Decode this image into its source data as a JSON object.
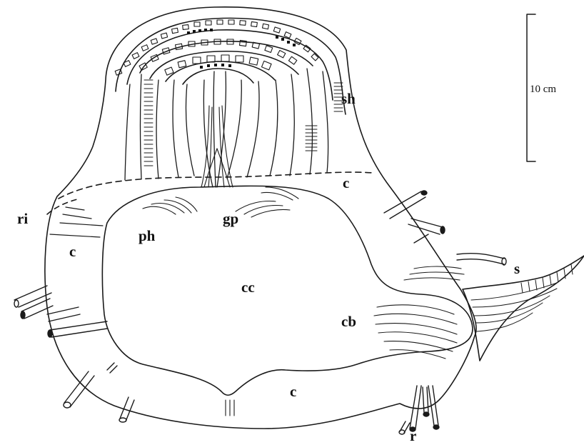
{
  "labels": {
    "sh": "sh",
    "c_top": "c",
    "ri": "ri",
    "c_left": "c",
    "ph": "ph",
    "gp": "gp",
    "cc": "cc",
    "s": "s",
    "cb": "cb",
    "c_bottom": "c",
    "r": "r"
  },
  "scale_bar": {
    "label": "10 cm"
  }
}
